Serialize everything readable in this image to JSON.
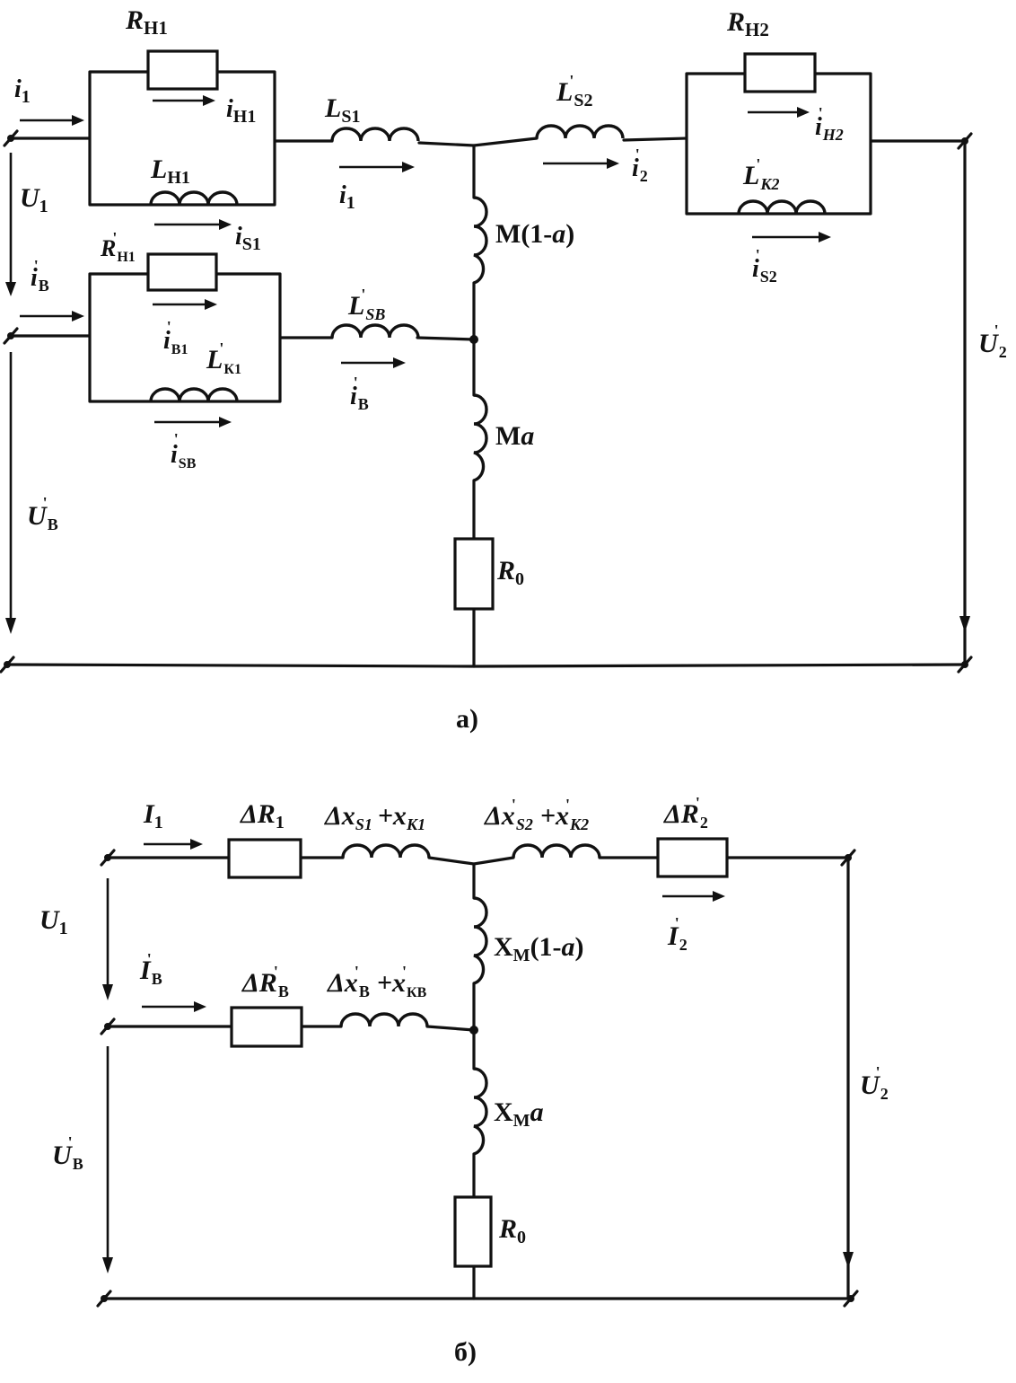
{
  "diagram_a": {
    "caption": "а)",
    "R_H1": {
      "main": "R",
      "sub": "Н1"
    },
    "i_H1": {
      "main": "i",
      "sub": "Н1"
    },
    "L_H1": {
      "main": "L",
      "sub": "Н1"
    },
    "i_S1": {
      "main": "i",
      "sub": "S1"
    },
    "L_S1": {
      "main": "L",
      "sub": "S1"
    },
    "i_1_mid": {
      "main": "i",
      "sub": "1"
    },
    "i_1_in": {
      "main": "i",
      "sub": "1"
    },
    "U_1": {
      "main": "U",
      "sub": "1"
    },
    "i_B_in": {
      "main": "i",
      "sub": "В",
      "prime": "'"
    },
    "R_H1p": {
      "main": "R",
      "sub": "Н1",
      "prime": "'"
    },
    "i_B1": {
      "main": "i",
      "sub": "В1",
      "prime": "'"
    },
    "L_K1": {
      "main": "L",
      "sub": "К1",
      "prime": "'"
    },
    "i_SB": {
      "main": "i",
      "sub": "SB",
      "prime": "'"
    },
    "L_SB": {
      "main": "L",
      "sub": "SB",
      "prime": "'"
    },
    "i_B_mid": {
      "main": "i",
      "sub": "В",
      "prime": "'"
    },
    "U_B": {
      "main": "U",
      "sub": "В",
      "prime": "'"
    },
    "M_1a": "M(1-",
    "M_1a_var": "a",
    "M_1a_close": ")",
    "M_a": "M",
    "M_a_var": "a",
    "R_0": {
      "main": "R",
      "sub": "0"
    },
    "L_S2": {
      "main": "L",
      "sub": "S2",
      "prime": "'"
    },
    "i_2": {
      "main": "i",
      "sub": "2",
      "prime": "'"
    },
    "R_H2": {
      "main": "R",
      "sub": "Н2"
    },
    "i_H2": {
      "main": "i",
      "sub": "Н2",
      "prime": "'"
    },
    "L_K2": {
      "main": "L",
      "sub": "К2",
      "prime": "'"
    },
    "i_S2": {
      "main": "i",
      "sub": "S2",
      "prime": "'"
    },
    "U_2": {
      "main": "U",
      "sub": "2",
      "prime": "'"
    }
  },
  "diagram_b": {
    "caption": "б)",
    "I_1": {
      "main": "I",
      "sub": "1"
    },
    "dR_1": {
      "main": "ΔR",
      "sub": "1"
    },
    "dx_S1_xK1": "Δx",
    "dx_S1_sub": "S1",
    "plus_x": "+x",
    "xK1_sub": "К1",
    "dx_S2": "Δx",
    "dx_S2_sub": "S2",
    "plus_x2": "+x",
    "xK2_sub": "К2",
    "prime": "'",
    "dR_2": {
      "main": "ΔR",
      "sub": "2",
      "prime": "'"
    },
    "I_2": {
      "main": "I",
      "sub": "2",
      "prime": "'"
    },
    "U_1": {
      "main": "U",
      "sub": "1"
    },
    "I_B": {
      "main": "I",
      "sub": "В",
      "prime": "'"
    },
    "dR_B": {
      "main": "ΔR",
      "sub": "В",
      "prime": "'"
    },
    "dx_B": "Δx",
    "dx_B_sub": "В",
    "plus_x3": "+x",
    "xKB_sub": "КВ",
    "XM_1a": "X",
    "XM_sub": "М",
    "XM_1a_tail": "(1-",
    "a_var": "a",
    "close": ")",
    "XM_a": "X",
    "R_0": {
      "main": "R",
      "sub": "0"
    },
    "U_B": {
      "main": "U",
      "sub": "В",
      "prime": "'"
    },
    "U_2": {
      "main": "U",
      "sub": "2",
      "prime": "'"
    }
  }
}
